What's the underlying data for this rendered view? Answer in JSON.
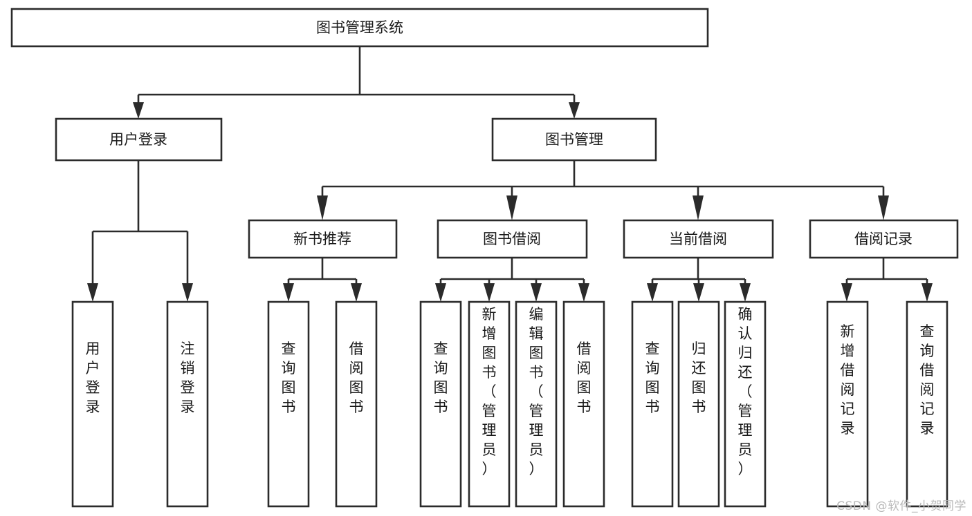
{
  "diagram": {
    "kind": "tree-structure-chart",
    "root": {
      "id": "root",
      "label": "图书管理系统"
    },
    "level2": [
      {
        "id": "user-login",
        "label": "用户登录"
      },
      {
        "id": "book-management",
        "label": "图书管理"
      }
    ],
    "level3": [
      {
        "id": "new-book-recommend",
        "label": "新书推荐"
      },
      {
        "id": "book-borrow",
        "label": "图书借阅"
      },
      {
        "id": "current-borrow",
        "label": "当前借阅"
      },
      {
        "id": "borrow-record",
        "label": "借阅记录"
      }
    ],
    "leaves": {
      "user-login": [
        {
          "id": "leaf-user-login",
          "label": "用户登录"
        },
        {
          "id": "leaf-logout-login",
          "label": "注销登录"
        }
      ],
      "new-book-recommend": [
        {
          "id": "leaf-query-book-1",
          "label": "查询图书"
        },
        {
          "id": "leaf-borrow-book-1",
          "label": "借阅图书"
        }
      ],
      "book-borrow": [
        {
          "id": "leaf-query-book-2",
          "label": "查询图书"
        },
        {
          "id": "leaf-add-book",
          "label": "新增图书（管理员）"
        },
        {
          "id": "leaf-edit-book",
          "label": "编辑图书（管理员）"
        },
        {
          "id": "leaf-borrow-book-2",
          "label": "借阅图书"
        }
      ],
      "current-borrow": [
        {
          "id": "leaf-query-book-3",
          "label": "查询图书"
        },
        {
          "id": "leaf-return-book",
          "label": "归还图书"
        },
        {
          "id": "leaf-confirm-return",
          "label": "确认归还（管理员）"
        }
      ],
      "borrow-record": [
        {
          "id": "leaf-add-record",
          "label": "新增借阅记录"
        },
        {
          "id": "leaf-query-record",
          "label": "查询借阅记录"
        }
      ]
    },
    "watermark": "CSDN @软件_小贺同学",
    "colors": {
      "box_fill": "#ffffff",
      "box_stroke": "#2b2b2b",
      "text": "#1a1a1a",
      "background": "#ffffff",
      "watermark": "#b9b9b9"
    }
  }
}
